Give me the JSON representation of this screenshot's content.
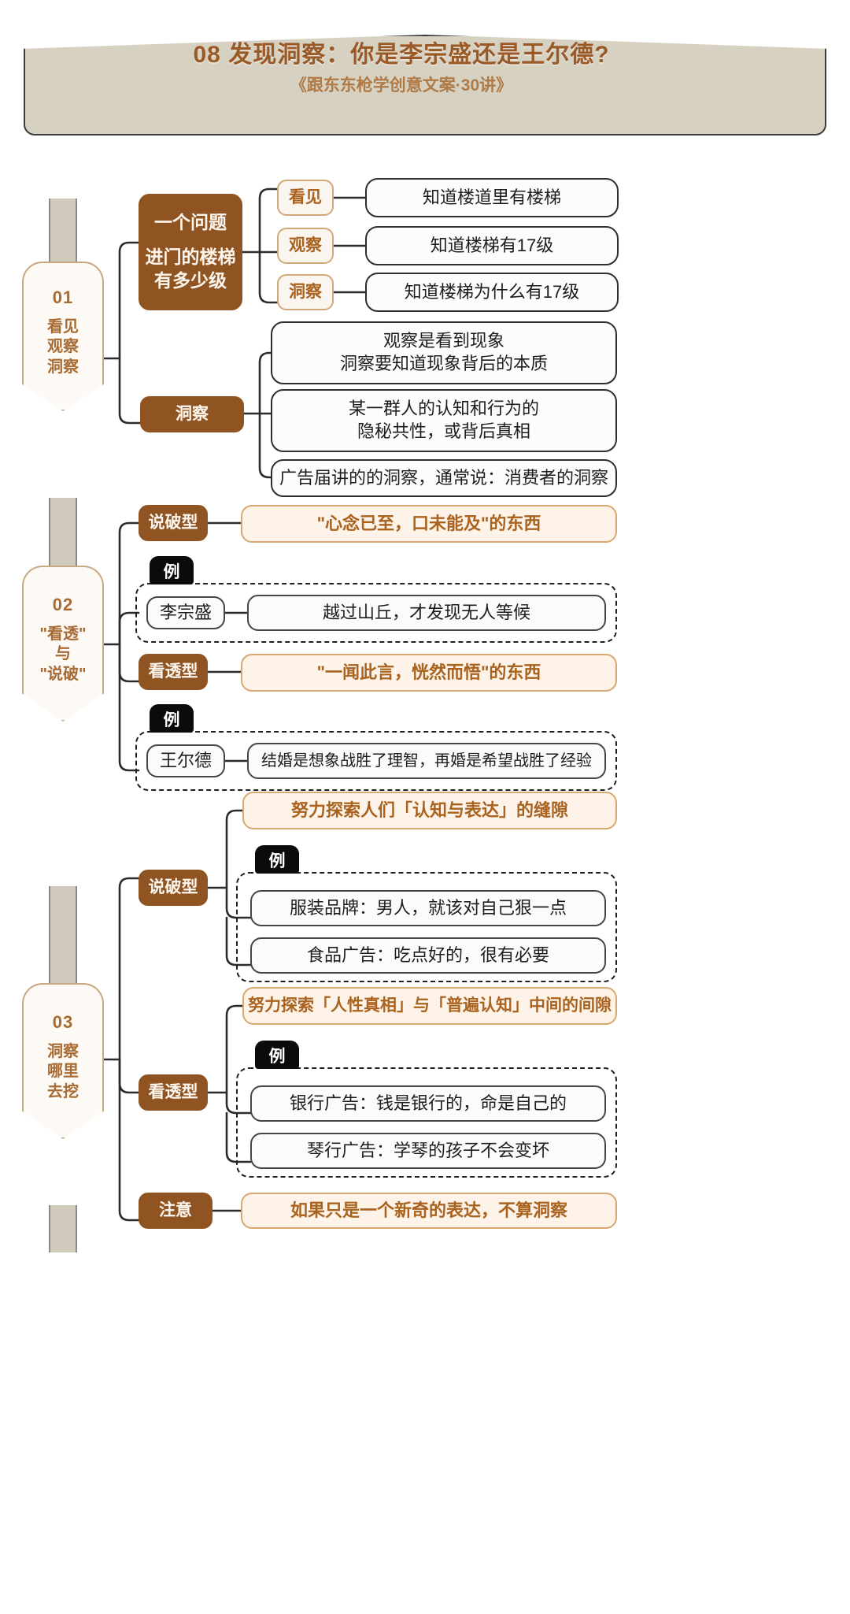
{
  "header": {
    "title": "08 发现洞察：你是李宗盛还是王尔德?",
    "subtitle": "《跟东东枪学创意文案·30讲》"
  },
  "stages": [
    {
      "num": "01",
      "label": "看见\n观察\n洞察"
    },
    {
      "num": "02",
      "label": "\"看透\"\n与\n\"说破\""
    },
    {
      "num": "03",
      "label": "洞察\n哪里\n去挖"
    }
  ],
  "section1": {
    "question_node": {
      "line1": "一个问题",
      "line2": "进门的楼梯\n有多少级"
    },
    "steps": [
      {
        "chip": "看见",
        "text": "知道楼道里有楼梯"
      },
      {
        "chip": "观察",
        "text": "知道楼梯有17级"
      },
      {
        "chip": "洞察",
        "text": "知道楼梯为什么有17级"
      }
    ],
    "insight_node": "洞察",
    "insight_cards": [
      "观察是看到现象\n洞察要知道现象背后的本质",
      "某一群人的认知和行为的\n隐秘共性，或背后真相",
      "广告届讲的的洞察，通常说：消费者的洞察"
    ]
  },
  "section2": {
    "groups": [
      {
        "type_label": "说破型",
        "statement": "\"心念已至，口未能及\"的东西",
        "example_tag": "例",
        "example_name": "李宗盛",
        "example_text": "越过山丘，才发现无人等候"
      },
      {
        "type_label": "看透型",
        "statement": "\"一闻此言，恍然而悟\"的东西",
        "example_tag": "例",
        "example_name": "王尔德",
        "example_text": "结婚是想象战胜了理智，再婚是希望战胜了经验"
      }
    ]
  },
  "section3": {
    "groups": [
      {
        "type_label": "说破型",
        "statement": "努力探索人们「认知与表达」的缝隙",
        "example_tag": "例",
        "examples": [
          "服装品牌：男人，就该对自己狠一点",
          "食品广告：吃点好的，很有必要"
        ]
      },
      {
        "type_label": "看透型",
        "statement": "努力探索「人性真相」与「普遍认知」中间的间隙",
        "example_tag": "例",
        "examples": [
          "银行广告：钱是银行的，命是自己的",
          "琴行广告：学琴的孩子不会变坏"
        ]
      }
    ],
    "note_label": "注意",
    "note_text": "如果只是一个新奇的表达，不算洞察"
  },
  "colors": {
    "brand_dark": "#8f5421",
    "brand_text": "#a9631f",
    "banner_bg": "#d7d1c2",
    "spine": "#cfcabb",
    "card_border": "#2e2e2e"
  }
}
